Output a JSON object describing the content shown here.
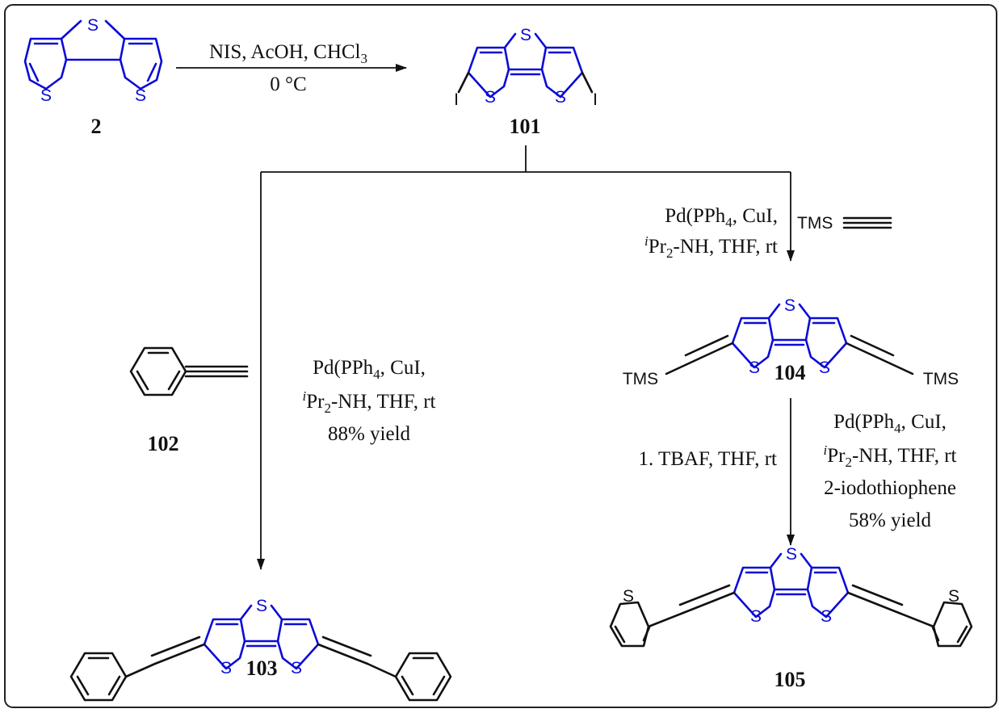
{
  "colors": {
    "ring_bonds": "#0b0bd6",
    "text": "#111111",
    "background": "#ffffff"
  },
  "atoms": {
    "sulfur": "S",
    "iodine": "I",
    "tms": "TMS"
  },
  "compounds": {
    "c2": "2",
    "c101": "101",
    "c102": "102",
    "c103": "103",
    "c104": "104",
    "c105": "105"
  },
  "steps": {
    "step1": {
      "reagent_main": "NIS, AcOH, CHCl",
      "reagent_sub": "3",
      "conditions": "0 °C"
    },
    "step_to_104": {
      "catalyst_main": "Pd(PPh",
      "catalyst_sub": "4",
      "catalyst_tail": ", CuI,",
      "base_sup": "i",
      "base_main": "Pr",
      "base_sub": "2",
      "base_tail": "-NH, THF, rt"
    },
    "step_to_103": {
      "catalyst_main": "Pd(PPh",
      "catalyst_sub": "4",
      "catalyst_tail": ", CuI,",
      "base_sup": "i",
      "base_main": "Pr",
      "base_sub": "2",
      "base_tail": "-NH, THF, rt",
      "yield": "88% yield"
    },
    "step_to_105": {
      "deprotection": "1. TBAF, THF, rt",
      "catalyst_main": "Pd(PPh",
      "catalyst_sub": "4",
      "catalyst_tail": ", CuI,",
      "base_sup": "i",
      "base_main": "Pr",
      "base_sub": "2",
      "base_tail": "-NH, THF, rt",
      "reactant": "2-iodothiophene",
      "yield": "58% yield"
    }
  }
}
